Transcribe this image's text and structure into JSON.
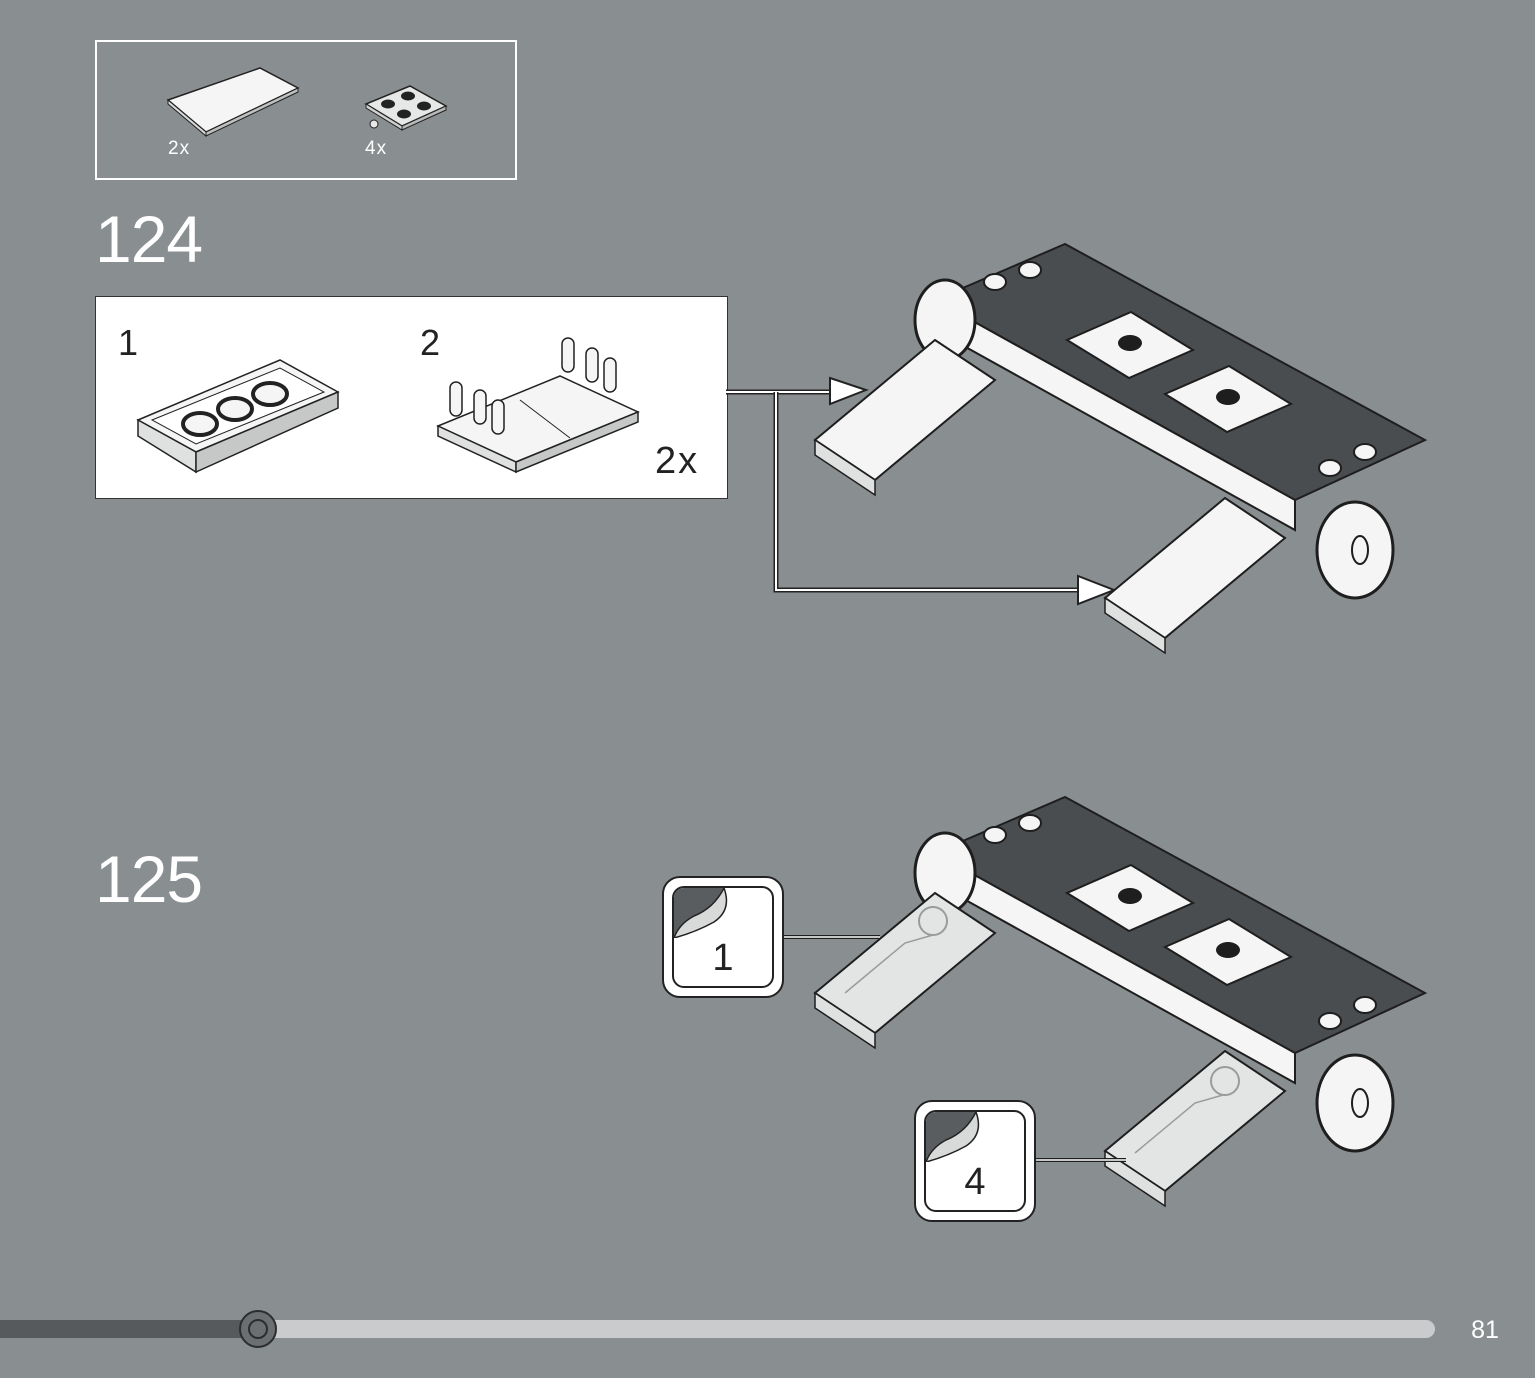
{
  "parts_list": {
    "items": [
      {
        "icon": "tile-1x2-white-icon",
        "quantity": "2x"
      },
      {
        "icon": "plate-2x2-with-clips-icon",
        "quantity": "4x"
      }
    ]
  },
  "step_124": {
    "number": "124",
    "submodel": {
      "sub_steps": [
        "1",
        "2"
      ],
      "multiplier": "2x"
    }
  },
  "step_125": {
    "number": "125",
    "stickers": [
      "1",
      "4"
    ]
  },
  "progress": {
    "fraction": 0.18
  },
  "page_number": "81",
  "colors": {
    "background": "#898e90",
    "brick_white": "#f4f5f4",
    "brick_dark": "#4a4d4f",
    "outline": "#1e1e1e"
  }
}
